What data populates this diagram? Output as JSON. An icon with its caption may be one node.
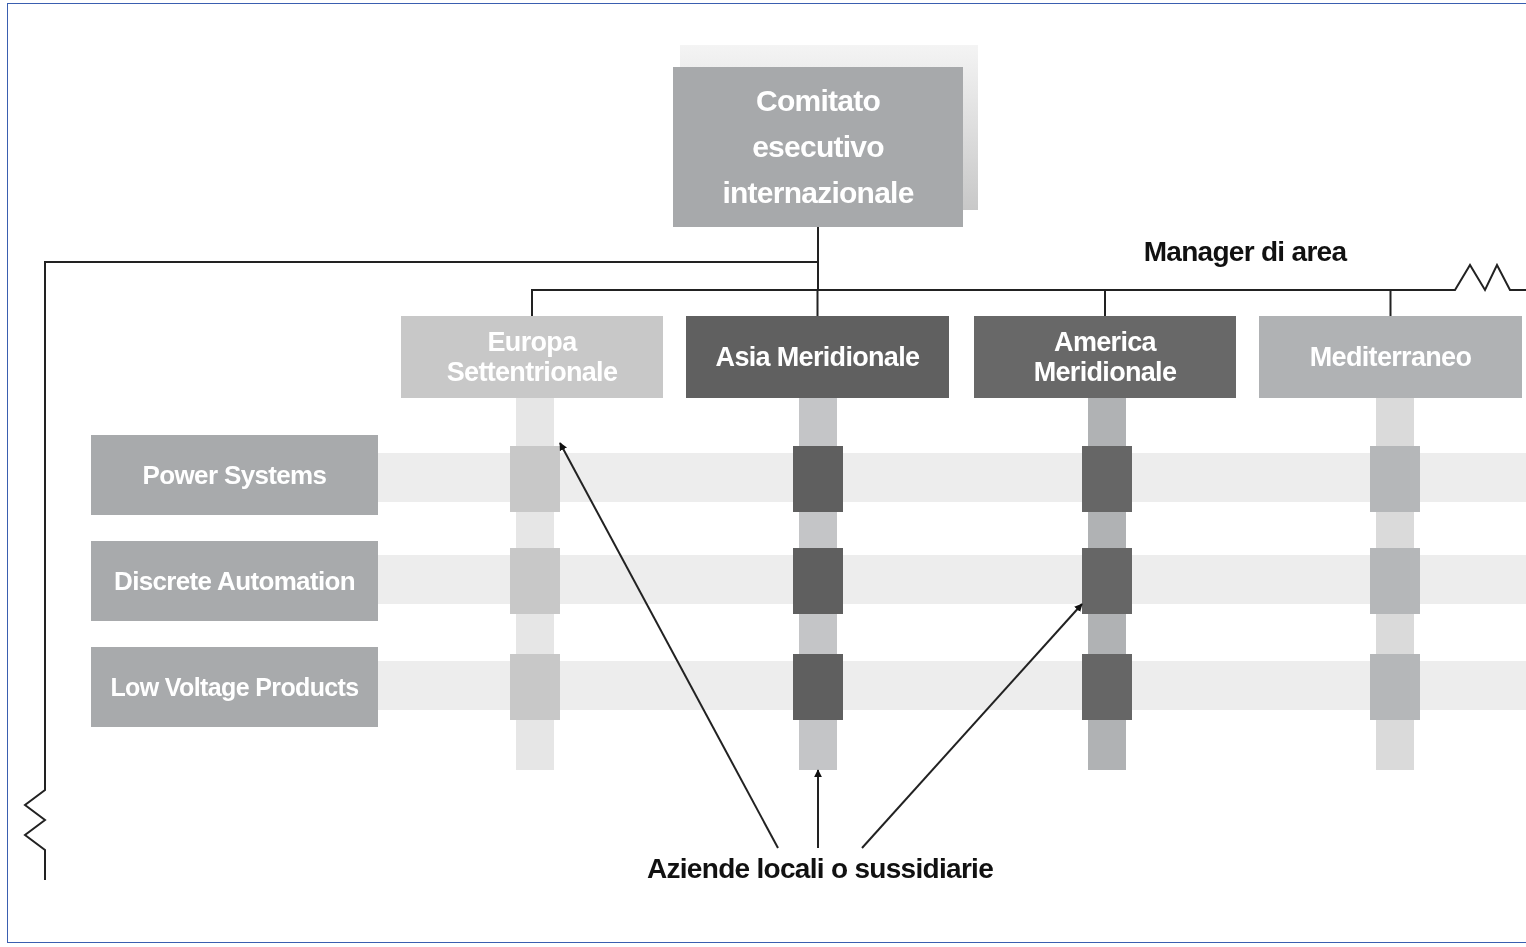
{
  "diagram": {
    "nodes": [
      {
        "text": [
          "Comitato esecutivo internazionale"
        ]
      },
      {
        "text": [
          "Europa Settentrionale"
        ]
      },
      {
        "text": [
          "Asia Meridionale"
        ]
      },
      {
        "text": [
          "America Meridionale"
        ]
      },
      {
        "text": [
          "Mediterraneo"
        ]
      },
      {
        "text": [
          "Power Systems"
        ]
      },
      {
        "text": [
          "Discrete Automation"
        ]
      },
      {
        "text": [
          "Low Voltage Products"
        ]
      },
      {
        "text": [
          "Aziende locali o sussidiarie"
        ]
      },
      {
        "text": [],
        "shape": "bar"
      },
      {
        "text": [],
        "shape": "bar"
      },
      {
        "text": [],
        "shape": "bar"
      },
      {
        "text": [],
        "shape": "bar"
      }
    ],
    "edges": [
      {
        "from": 0,
        "to": 1,
        "arrow": "none"
      },
      {
        "from": 0,
        "to": 2,
        "arrow": "none"
      },
      {
        "from": 0,
        "to": 3,
        "arrow": "none"
      },
      {
        "from": 0,
        "to": 4,
        "arrow": "none"
      },
      {
        "from": 0,
        "to": null,
        "arrow": "none"
      },
      {
        "from": 0,
        "to": null,
        "arrow": "none"
      },
      {
        "from": 8,
        "to": 9,
        "arrow": "to"
      },
      {
        "from": 8,
        "to": 10,
        "arrow": "to"
      },
      {
        "from": 8,
        "to": 11,
        "arrow": "to"
      }
    ],
    "labels": [
      "Manager di area"
    ]
  }
}
